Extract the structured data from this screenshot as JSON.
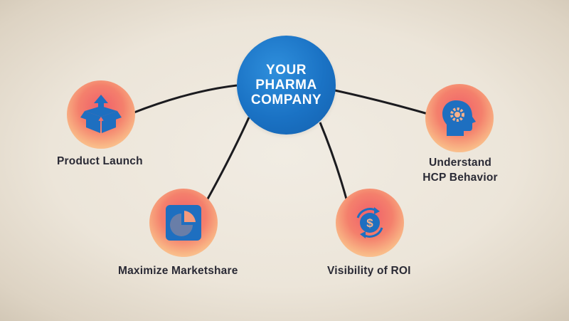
{
  "hub": {
    "label": "YOUR PHARMA COMPANY"
  },
  "nodes": [
    {
      "id": "product-launch",
      "label": "Product Launch",
      "icon": "box-arrow-up-icon"
    },
    {
      "id": "maximize-marketshare",
      "label": "Maximize Marketshare",
      "icon": "pie-chart-icon"
    },
    {
      "id": "visibility-roi",
      "label": "Visibility of ROI",
      "icon": "dollar-cycle-icon"
    },
    {
      "id": "understand-hcp",
      "label_line1": "Understand",
      "label_line2": "HCP Behavior",
      "icon": "head-gear-icon"
    }
  ],
  "colors": {
    "hub_blue": "#1a72c4",
    "icon_blue": "#1e6fc0",
    "node_coral": "#f05f6a",
    "node_peach": "#fde2b5",
    "line": "#1b1b1f",
    "label": "#2a2a35"
  }
}
